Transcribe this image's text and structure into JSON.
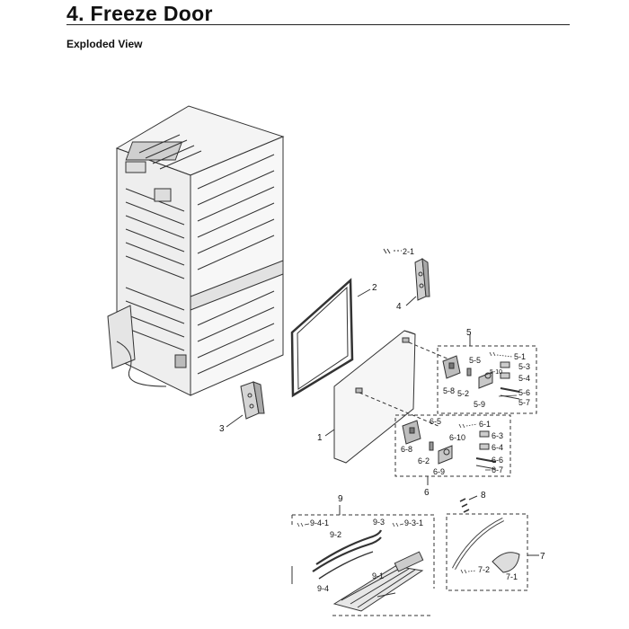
{
  "header": {
    "title": "4.  Freeze Door",
    "subtitle": "Exploded View"
  },
  "callouts": {
    "c1": "1",
    "c2": "2",
    "c2_1": "2-1",
    "c3": "3",
    "c4": "4",
    "c5": "5",
    "c5_1": "5-1",
    "c5_2": "5-2",
    "c5_3": "5-3",
    "c5_4": "5-4",
    "c5_5": "5-5",
    "c5_6": "5-6",
    "c5_7": "5-7",
    "c5_8": "5-8",
    "c5_9": "5-9",
    "c5_10": "5-10",
    "c6": "6",
    "c6_1": "6-1",
    "c6_2": "6-2",
    "c6_3": "6-3",
    "c6_4": "6-4",
    "c6_5": "6-5",
    "c6_6": "6-6",
    "c6_7": "6-7",
    "c6_8": "6-8",
    "c6_9": "6-9",
    "c6_10": "6-10",
    "c7": "7",
    "c7_1": "7-1",
    "c7_2": "7-2",
    "c8": "8",
    "c9": "9",
    "c9_1": "9-1",
    "c9_2": "9-2",
    "c9_3": "9-3",
    "c9_3_1": "9-3-1",
    "c9_4": "9-4",
    "c9_4_1": "9-4-1"
  }
}
